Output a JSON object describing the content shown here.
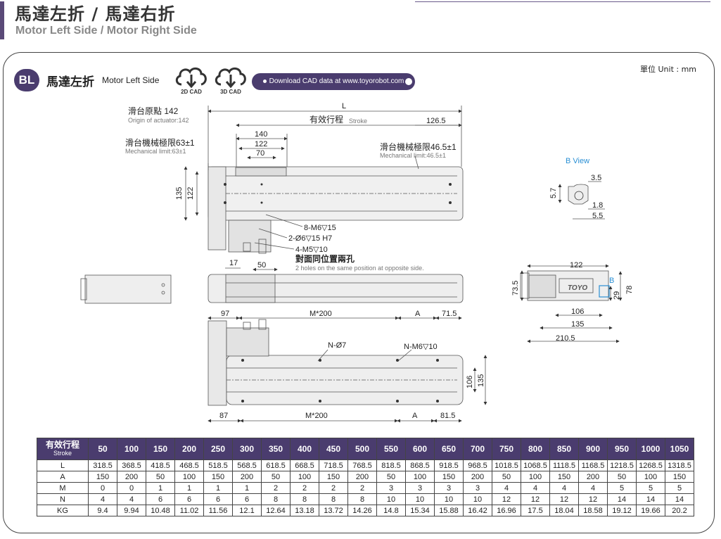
{
  "header": {
    "title_zh": "馬達左折 / 馬達右折",
    "title_en": "Motor Left Side / Motor Right Side"
  },
  "unit": "單位 Unit : mm",
  "section": {
    "badge": "BL",
    "title_zh": "馬達左折",
    "title_en": "Motor Left Side",
    "cad_2d": "2D CAD",
    "cad_3d": "3D CAD",
    "download": "Download CAD data at www.toyorobot.com"
  },
  "drawing": {
    "L": "L",
    "origin_zh": "滑台原點 142",
    "origin_en": "Origin of actuator:142",
    "stroke_zh": "有效行程",
    "stroke_en": "Stroke",
    "d126_5": "126.5",
    "d140": "140",
    "d122": "122",
    "d70": "70",
    "mech_left_zh": "滑台機械極限63±1",
    "mech_left_en": "Mechanical limit:63±1",
    "mech_right_zh": "滑台機械極限46.5±1",
    "mech_right_en": "Mechanical limit:46.5±1",
    "d135": "135",
    "d122v": "122",
    "m6_15": "8-M6▽15",
    "pin": "2-Ø6▽15 H7",
    "m5_10": "4-M5▽10",
    "opp_zh": "對面同位置兩孔",
    "opp_en": "2 holes on the same position at opposite side.",
    "d17": "17",
    "d50": "50",
    "bview": "B View",
    "d3_5": "3.5",
    "d5_7": "5.7",
    "d1_8": "1.8",
    "d5_5": "5.5",
    "e122": "122",
    "e73_5": "73.5",
    "e78": "78",
    "e29": "29",
    "e106": "106",
    "e135": "135",
    "e210_5": "210.5",
    "b": "B",
    "logo": "TOYO",
    "b97": "97",
    "bM200": "M*200",
    "bA": "A",
    "b71_5": "71.5",
    "bN7": "N-Ø7",
    "bNM6": "N-M6▽10",
    "b106": "106",
    "b135": "135",
    "b87": "87",
    "bM200b": "M*200",
    "bAb": "A",
    "b81_5": "81.5"
  },
  "table": {
    "head_zh": "有效行程",
    "head_en": "Stroke",
    "strokes": [
      "50",
      "100",
      "150",
      "200",
      "250",
      "300",
      "350",
      "400",
      "450",
      "500",
      "550",
      "600",
      "650",
      "700",
      "750",
      "800",
      "850",
      "900",
      "950",
      "1000",
      "1050"
    ],
    "rows": [
      {
        "label": "L",
        "values": [
          "318.5",
          "368.5",
          "418.5",
          "468.5",
          "518.5",
          "568.5",
          "618.5",
          "668.5",
          "718.5",
          "768.5",
          "818.5",
          "868.5",
          "918.5",
          "968.5",
          "1018.5",
          "1068.5",
          "1118.5",
          "1168.5",
          "1218.5",
          "1268.5",
          "1318.5"
        ]
      },
      {
        "label": "A",
        "values": [
          "150",
          "200",
          "50",
          "100",
          "150",
          "200",
          "50",
          "100",
          "150",
          "200",
          "50",
          "100",
          "150",
          "200",
          "50",
          "100",
          "150",
          "200",
          "50",
          "100",
          "150"
        ]
      },
      {
        "label": "M",
        "values": [
          "0",
          "0",
          "1",
          "1",
          "1",
          "1",
          "2",
          "2",
          "2",
          "2",
          "3",
          "3",
          "3",
          "3",
          "4",
          "4",
          "4",
          "4",
          "5",
          "5",
          "5"
        ]
      },
      {
        "label": "N",
        "values": [
          "4",
          "4",
          "6",
          "6",
          "6",
          "6",
          "8",
          "8",
          "8",
          "8",
          "10",
          "10",
          "10",
          "10",
          "12",
          "12",
          "12",
          "12",
          "14",
          "14",
          "14"
        ]
      },
      {
        "label": "KG",
        "values": [
          "9.4",
          "9.94",
          "10.48",
          "11.02",
          "11.56",
          "12.1",
          "12.64",
          "13.18",
          "13.72",
          "14.26",
          "14.8",
          "15.34",
          "15.88",
          "16.42",
          "16.96",
          "17.5",
          "18.04",
          "18.58",
          "19.12",
          "19.66",
          "20.2"
        ]
      }
    ]
  }
}
